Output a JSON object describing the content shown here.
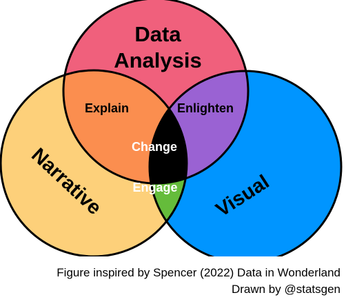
{
  "sets": [
    {
      "label_line1": "Data",
      "label_line2": "Analysis",
      "color": "#f0607c"
    },
    {
      "label": "Narrative",
      "color": "#fdd07a"
    },
    {
      "label": "Visual",
      "color": "#0095ff"
    }
  ],
  "intersections": {
    "data_narrative": {
      "label": "Explain",
      "color": "#fb8e4f"
    },
    "data_visual": {
      "label": "Enlighten",
      "color": "#9a62d3"
    },
    "narrative_visual": {
      "label": "Engage",
      "color": "#65bc3b"
    },
    "all": {
      "label": "Change",
      "color": "#000000"
    }
  },
  "caption": {
    "line1": "Figure inspired by Spencer (2022) Data in Wonderland",
    "line2": "Drawn by @statsgen"
  }
}
